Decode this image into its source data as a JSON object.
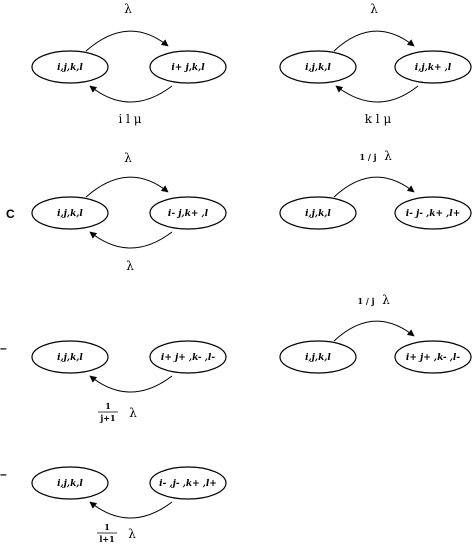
{
  "panels": [
    {
      "left_node": "i,j,k,l",
      "right_node": "i+  j,k,l",
      "top_rate": "λ",
      "bottom_rate": "i l  μ"
    },
    {
      "left_node": "i,j,k,l",
      "right_node": "i,j,k+  ,l",
      "top_rate": "λ",
      "bottom_rate": "k l  μ"
    },
    {
      "row_mark": "C",
      "left_node": "i,j,k,l",
      "right_node": "i-  j,k+  ,l",
      "top_rate": "λ",
      "bottom_rate": "λ"
    },
    {
      "left_node": "i,j,k,l",
      "right_node": "i- j-  ,k+ ,l+",
      "top_rate_frac": "1 / j",
      "top_rate": "λ"
    },
    {
      "row_mark": "–",
      "left_node": "i,j,k,l",
      "right_node": "i+ j+ ,k- ,l-",
      "bottom_rate_frac_num": "1",
      "bottom_rate_frac_den": "j+1",
      "bottom_rate": "λ"
    },
    {
      "left_node": "i,j,k,l",
      "right_node": "i+ j+ ,k- ,l-",
      "top_rate_frac": "1 / j",
      "top_rate": "λ"
    },
    {
      "row_mark": "–",
      "left_node": "i,j,k,l",
      "right_node": "i- ,j- ,k+ ,l+",
      "bottom_rate_frac_num": "1",
      "bottom_rate_frac_den": "l+1",
      "bottom_rate": "λ"
    }
  ]
}
